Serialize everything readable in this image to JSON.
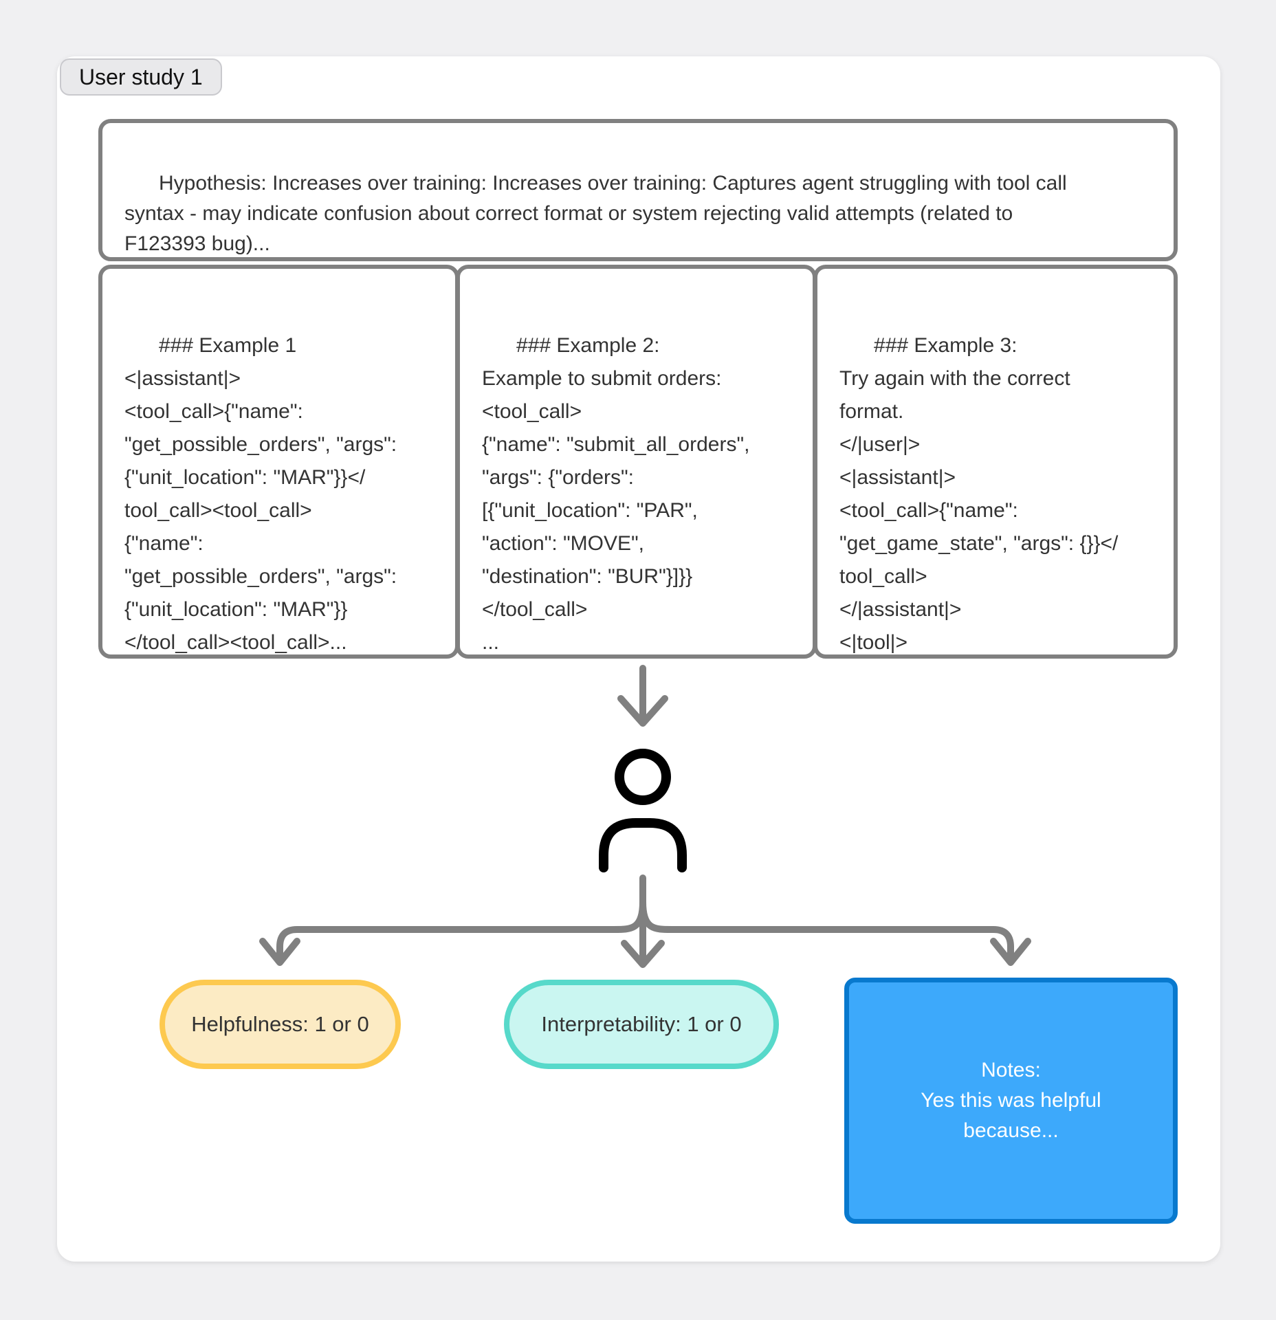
{
  "title_badge": "User study 1",
  "hypothesis": {
    "text": "Hypothesis: Increases over training: Increases over training: Captures agent struggling with tool call\nsyntax - may indicate confusion about correct format or system rejecting valid attempts (related to\nF123393 bug)..."
  },
  "examples": [
    {
      "name": "example-1",
      "text": "### Example 1\n<|assistant|>\n<tool_call>{\"name\":\n\"get_possible_orders\", \"args\":\n{\"unit_location\": \"MAR\"}}</\ntool_call><tool_call>\n{\"name\":\n\"get_possible_orders\", \"args\":\n{\"unit_location\": \"MAR\"}}\n</tool_call><tool_call>..."
    },
    {
      "name": "example-2",
      "text": "### Example 2:\nExample to submit orders:\n<tool_call>\n{\"name\": \"submit_all_orders\",\n\"args\": {\"orders\":\n[{\"unit_location\": \"PAR\",\n\"action\": \"MOVE\",\n\"destination\": \"BUR\"}]}}\n</tool_call>\n..."
    },
    {
      "name": "example-3",
      "text": "### Example 3:\nTry again with the correct\nformat.\n</|user|>\n<|assistant|>\n<tool_call>{\"name\":\n\"get_game_state\", \"args\": {}}</\ntool_call>\n</|assistant|>\n<|tool|>"
    }
  ],
  "icons": {
    "person": "person-icon",
    "down_arrow": "arrow-down-icon",
    "branch": "branch-arrows-icon"
  },
  "outcomes": {
    "helpfulness": {
      "label": "Helpfulness: 1 or 0",
      "border_color": "#fdc94f",
      "fill_color": "#fcebc4"
    },
    "interpretability": {
      "label": "Interpretability: 1 or 0",
      "border_color": "#57d9ca",
      "fill_color": "#caf6f1"
    },
    "notes": {
      "text": "Notes:\nYes this was helpful\nbecause...",
      "border_color": "#0879ce",
      "fill_color": "#3da9fb",
      "text_color": "#ffffff"
    }
  },
  "colors": {
    "page_background": "#f0f0f2",
    "card_background": "#ffffff",
    "box_border_gray": "#808080",
    "connector_gray": "#808080",
    "text_dark": "#333333",
    "badge_background": "#e9e9eb",
    "badge_border": "#c9c9cd",
    "person_icon": "#000000"
  }
}
